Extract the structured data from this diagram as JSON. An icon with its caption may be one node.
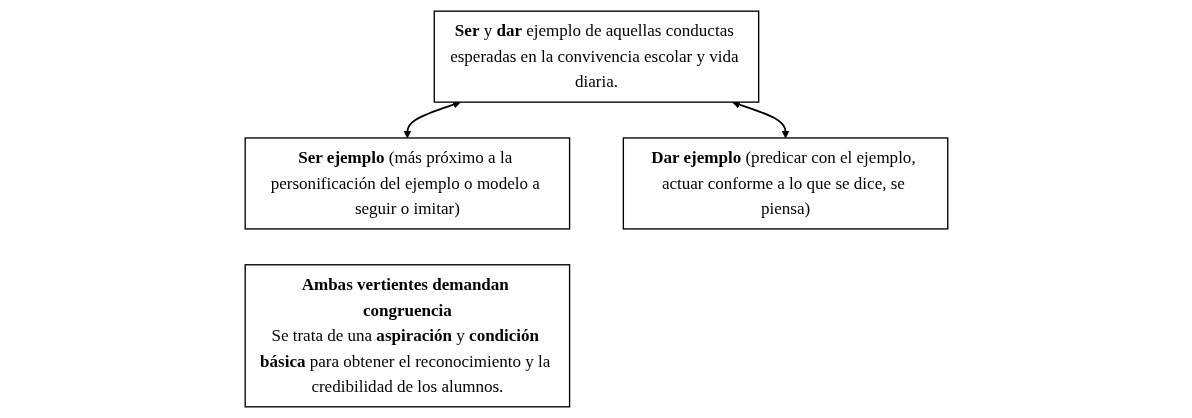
{
  "diagram": {
    "nodes": [
      {
        "text": [
          "**Ser** y **dar** ejemplo de aquellas conductas esperadas en la convivencia escolar y vida diaria."
        ]
      },
      {
        "text": [
          "**Ser ejemplo** (más próximo a la personificación del ejemplo o modelo a seguir o imitar)"
        ]
      },
      {
        "text": [
          "**Dar ejemplo** (predicar con el ejemplo, actuar conforme a lo que se dice, se piensa)"
        ]
      },
      {
        "text": [
          "**Ambas vertientes demandan congruencia**",
          "Se trata de una **aspiración** y **condición básica** para obtener el reconocimiento y la credibilidad de los alumnos."
        ]
      }
    ],
    "edges": [
      {
        "from": 0,
        "to": 1,
        "arrow": "both"
      },
      {
        "from": 0,
        "to": 2,
        "arrow": "both"
      }
    ]
  }
}
